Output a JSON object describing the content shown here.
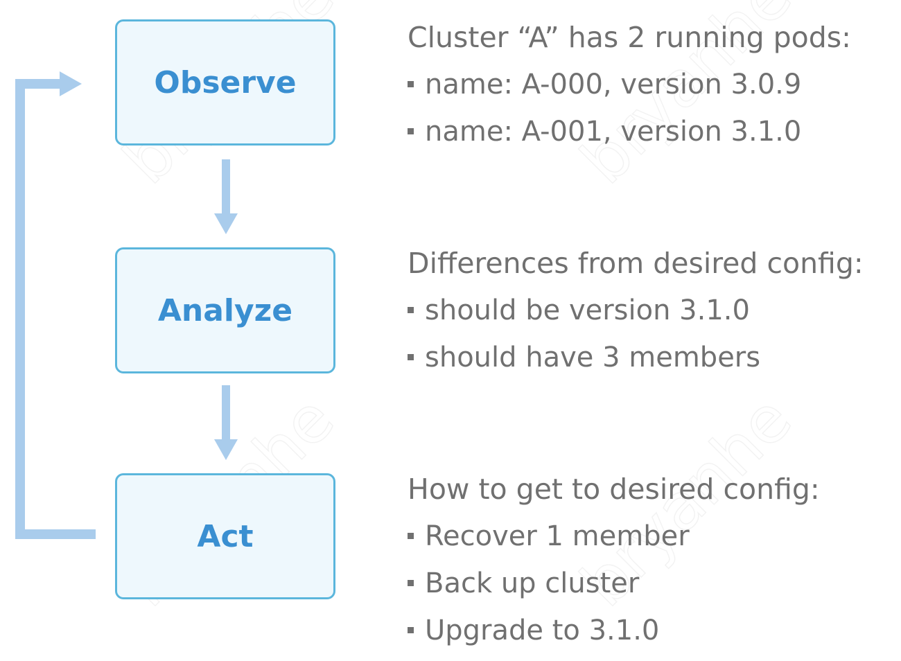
{
  "watermark": {
    "text": "bryanhe"
  },
  "colors": {
    "box_border": "#5bb6dc",
    "box_fill": "#eef8fd",
    "box_text": "#3a8fd1",
    "arrow": "#a9ccec",
    "desc_text": "#707070"
  },
  "steps": [
    {
      "label": "Observe",
      "title": "Cluster “A” has 2 running pods:",
      "bullets": [
        "name: A-000, version 3.0.9",
        "name: A-001, version 3.1.0"
      ]
    },
    {
      "label": "Analyze",
      "title": "Differences from desired config:",
      "bullets": [
        "should be version 3.1.0",
        "should have 3 members"
      ]
    },
    {
      "label": "Act",
      "title": "How to get to desired config:",
      "bullets": [
        "Recover 1 member",
        "Back up cluster",
        "Upgrade to 3.1.0"
      ]
    }
  ]
}
